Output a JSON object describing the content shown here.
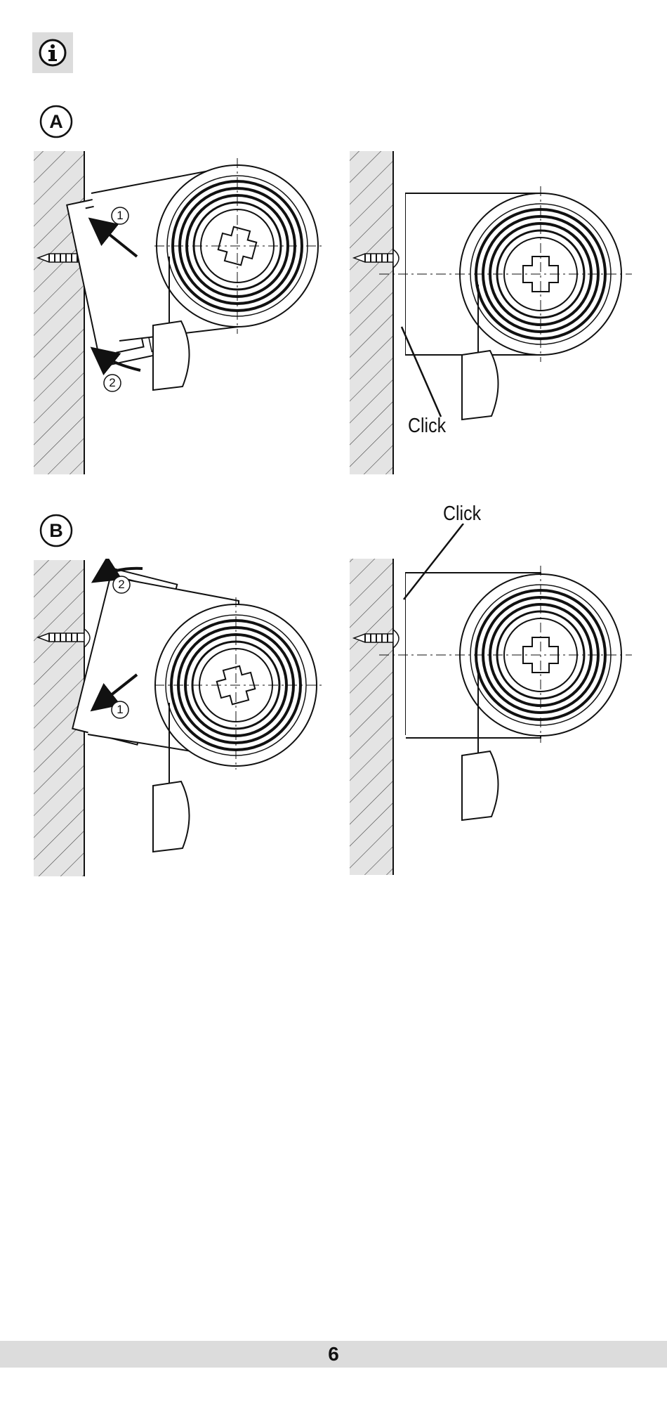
{
  "info_icon": "info-icon",
  "section_a": {
    "label": "A",
    "click_label": "Click"
  },
  "section_b": {
    "label": "B",
    "click_label": "Click"
  },
  "callouts": {
    "one": "1",
    "two": "2"
  },
  "footer": {
    "page_number": "6"
  }
}
